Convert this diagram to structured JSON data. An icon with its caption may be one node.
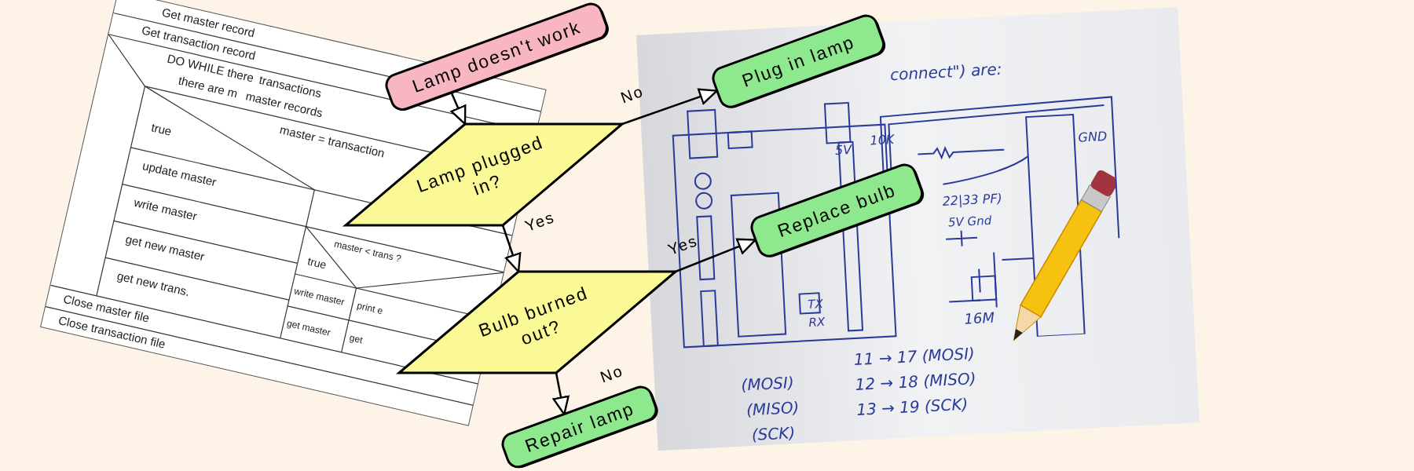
{
  "diagram": {
    "nodes": [
      {
        "text": [
          "Lamp doesn't work"
        ]
      },
      {
        "text": [
          "Lamp plugged in?"
        ]
      },
      {
        "text": [
          "Bulb burned out?"
        ]
      },
      {
        "text": [
          "Plug in lamp"
        ]
      },
      {
        "text": [
          "Replace bulb"
        ]
      },
      {
        "text": [
          "Repair lamp"
        ]
      }
    ],
    "edges": [
      {
        "from": 0,
        "to": 1,
        "arrow": "to"
      },
      {
        "from": 1,
        "to": 3,
        "arrow": "to",
        "label": "No"
      },
      {
        "from": 1,
        "to": 2,
        "arrow": "to",
        "label": "Yes"
      },
      {
        "from": 2,
        "to": 4,
        "arrow": "to",
        "label": "Yes"
      },
      {
        "from": 2,
        "to": 5,
        "arrow": "to",
        "label": "No"
      }
    ],
    "labels": [
      "Get master record",
      "Get transaction record",
      "DO WHILE there",
      "transactions",
      "there are m",
      "master records",
      "master = transaction",
      "true",
      "update master",
      "write master",
      "get new master",
      "get new trans.",
      "master < trans ?",
      "true",
      "write master",
      "print e",
      "get master",
      "get",
      "Close master file",
      "Close transaction file",
      "connect\") are:",
      "5V",
      "10K",
      "GND",
      "22|33 PF)",
      "5V Gnd",
      "TX",
      "RX",
      "16M",
      "11 → 17 (MOSI)",
      "12 → 18 (MISO)",
      "13 → 19 (SCK)",
      "(MOSI)",
      "(MISO)",
      "(SCK)"
    ]
  }
}
